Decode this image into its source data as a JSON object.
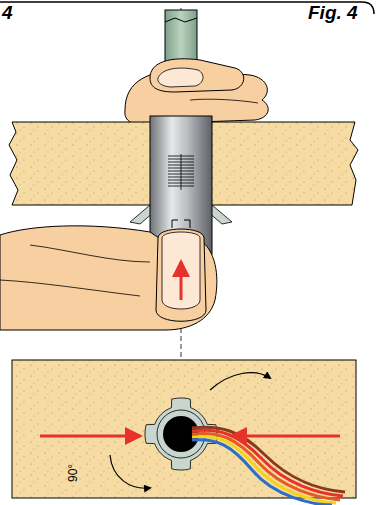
{
  "diagram": {
    "labels": [
      "4",
      "Fig. 4",
      "90°"
    ]
  }
}
